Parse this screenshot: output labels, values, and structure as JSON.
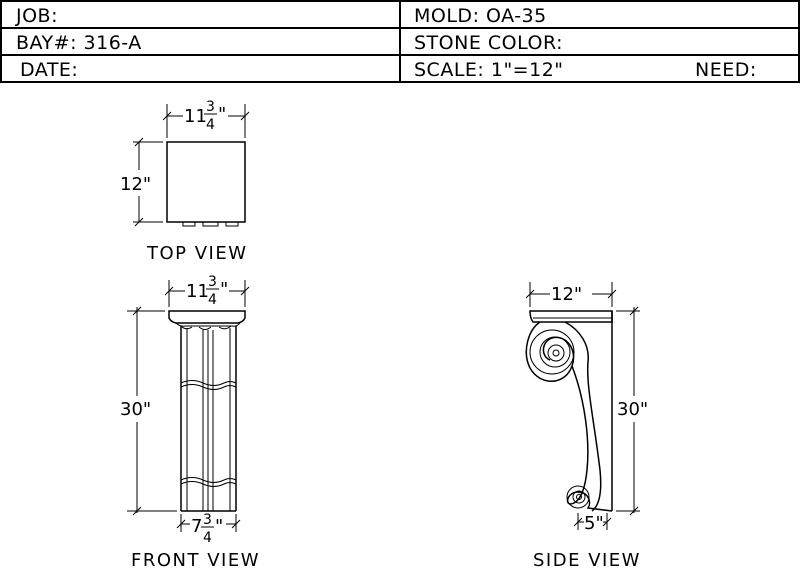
{
  "title_block": {
    "job": "JOB:",
    "bay": "BAY#:  316-A",
    "date": "DATE:",
    "mold": "MOLD:  OA-35",
    "stone_color": "STONE  COLOR:",
    "scale": "SCALE:  1\"=12\"",
    "need": "NEED:"
  },
  "top_view": {
    "label": "TOP  VIEW",
    "width_whole": "11",
    "width_num": "3",
    "width_den": "4",
    "width_inch": "\"",
    "depth": "12\""
  },
  "front_view": {
    "label": "FRONT  VIEW",
    "width_whole": "11",
    "width_num": "3",
    "width_den": "4",
    "width_inch": "\"",
    "height": "30\"",
    "base_whole": "7",
    "base_num": "3",
    "base_den": "4",
    "base_inch": "\""
  },
  "side_view": {
    "label": "SIDE  VIEW",
    "depth": "12\"",
    "height": "30\"",
    "base": "5\""
  }
}
